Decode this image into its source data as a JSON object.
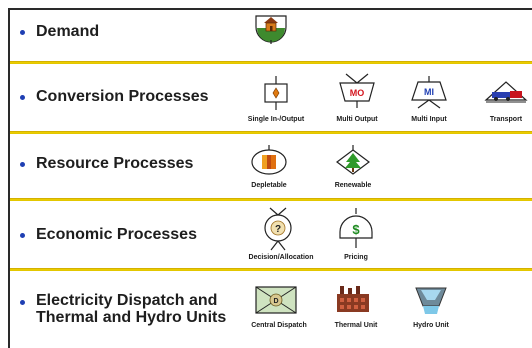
{
  "rows": [
    {
      "label": "Demand"
    },
    {
      "label": "Conversion Processes"
    },
    {
      "label": "Resource Processes"
    },
    {
      "label": "Economic Processes"
    },
    {
      "label_line1": "Electricity Dispatch and",
      "label_line2": "Thermal and Hydro Units"
    }
  ],
  "symbols": {
    "single_io": "Single In-/Output",
    "multi_output": "Multi Output",
    "multi_output_code": "MO",
    "multi_input": "Multi Input",
    "multi_input_code": "MI",
    "transport": "Transport",
    "depletable": "Depletable",
    "renewable": "Renewable",
    "decision": "Decision/Allocation",
    "decision_mark": "?",
    "pricing": "Pricing",
    "pricing_mark": "$",
    "central_dispatch": "Central Dispatch",
    "central_dispatch_code": "D",
    "thermal_unit": "Thermal Unit",
    "hydro_unit": "Hydro Unit"
  },
  "colors": {
    "accent_line": "#e6c800",
    "bullet": "#1f3fb3",
    "text": "#1a1a1a"
  }
}
